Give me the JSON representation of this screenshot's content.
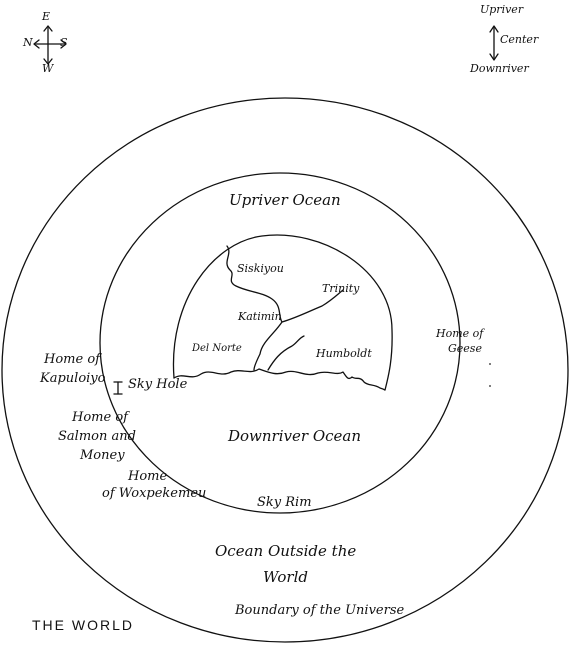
{
  "map": {
    "title": "THE WORLD",
    "compass": {
      "north": "N",
      "east": "E",
      "south": "S",
      "west": "W"
    },
    "river_key": {
      "upriver": "Upriver",
      "center": "Center",
      "downriver": "Downriver"
    },
    "labels": {
      "upriver_ocean": "Upriver Ocean",
      "downriver_ocean": "Downriver Ocean",
      "ocean_outside_line1": "Ocean Outside the",
      "ocean_outside_line2": "World",
      "boundary": "Boundary of the Universe",
      "sky_rim": "Sky Rim",
      "sky_hole": "Sky Hole",
      "home_geese_line1": "Home of",
      "home_geese_line2": "Geese",
      "home_kapuloiyo_line1": "Home of",
      "home_kapuloiyo_line2": "Kapuloiyo",
      "home_salmon_line1": "Home of",
      "home_salmon_line2": "Salmon and",
      "home_salmon_line3": "Money",
      "home_woxpekemeu_line1": "Home",
      "home_woxpekemeu_line2": "of Woxpekemeu",
      "siskiyou": "Siskiyou",
      "trinity": "Trinity",
      "katimin": "Katimin",
      "del_norte": "Del Norte",
      "humboldt": "Humboldt"
    }
  }
}
